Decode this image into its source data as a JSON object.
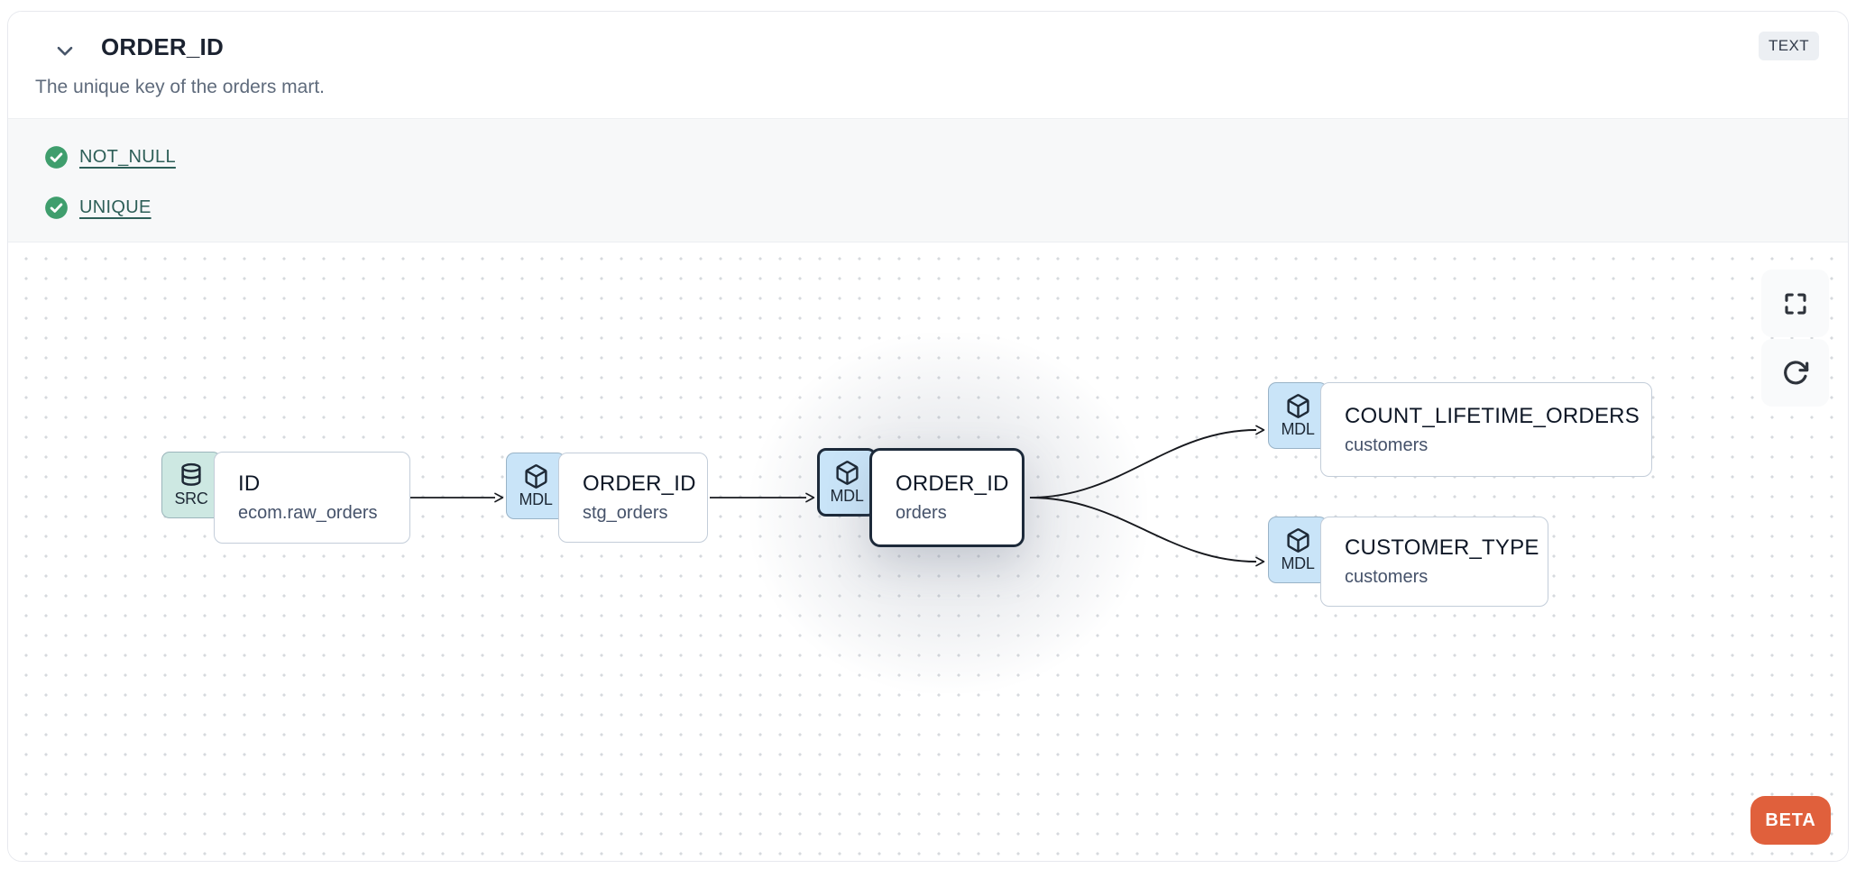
{
  "header": {
    "title": "ORDER_ID",
    "type_badge": "TEXT",
    "description": "The unique key of the orders mart."
  },
  "tests": [
    {
      "label": "NOT_NULL",
      "status": "pass"
    },
    {
      "label": "UNIQUE",
      "status": "pass"
    }
  ],
  "lineage": {
    "nodes": [
      {
        "kind": "SRC",
        "title": "ID",
        "subtitle": "ecom.raw_orders",
        "selected": false
      },
      {
        "kind": "MDL",
        "title": "ORDER_ID",
        "subtitle": "stg_orders",
        "selected": false
      },
      {
        "kind": "MDL",
        "title": "ORDER_ID",
        "subtitle": "orders",
        "selected": true
      },
      {
        "kind": "MDL",
        "title": "COUNT_LIFETIME_ORDERS",
        "subtitle": "customers",
        "selected": false
      },
      {
        "kind": "MDL",
        "title": "CUSTOMER_TYPE",
        "subtitle": "customers",
        "selected": false
      }
    ],
    "edges": [
      {
        "from": "ID (ecom.raw_orders)",
        "to": "ORDER_ID (stg_orders)"
      },
      {
        "from": "ORDER_ID (stg_orders)",
        "to": "ORDER_ID (orders)"
      },
      {
        "from": "ORDER_ID (orders)",
        "to": "COUNT_LIFETIME_ORDERS (customers)"
      },
      {
        "from": "ORDER_ID (orders)",
        "to": "CUSTOMER_TYPE (customers)"
      }
    ],
    "beta_label": "BETA"
  },
  "colors": {
    "beta_orange": "#E0603C",
    "test_pass_green": "#3F9E6D",
    "test_link_teal": "#2E5F58",
    "mdl_badge_blue": "#C9E4F8",
    "src_badge_teal": "#CDE8E2",
    "selected_border": "#1D2A3A",
    "edge_black": "#17191E"
  }
}
